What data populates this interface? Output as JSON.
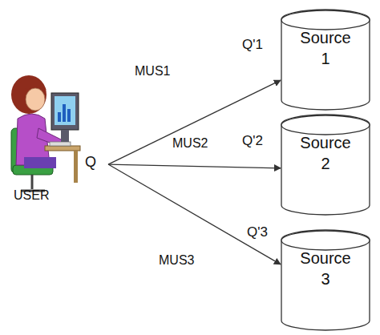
{
  "diagram": {
    "nodes": [
      {
        "text": [
          "USER",
          "Q"
        ]
      },
      {
        "text": [
          "Source 1"
        ]
      },
      {
        "text": [
          "Source 2"
        ]
      },
      {
        "text": [
          "Source 3"
        ]
      }
    ],
    "edges": [
      {
        "from": 0,
        "to": 1,
        "label": "MUS1",
        "arrow": "to"
      },
      {
        "from": 0,
        "to": 2,
        "label": "MUS2",
        "arrow": "to"
      },
      {
        "from": 0,
        "to": 3,
        "label": "MUS3",
        "arrow": "to"
      }
    ],
    "labels": [
      "Q'1",
      "Q'2",
      "Q'3"
    ]
  }
}
